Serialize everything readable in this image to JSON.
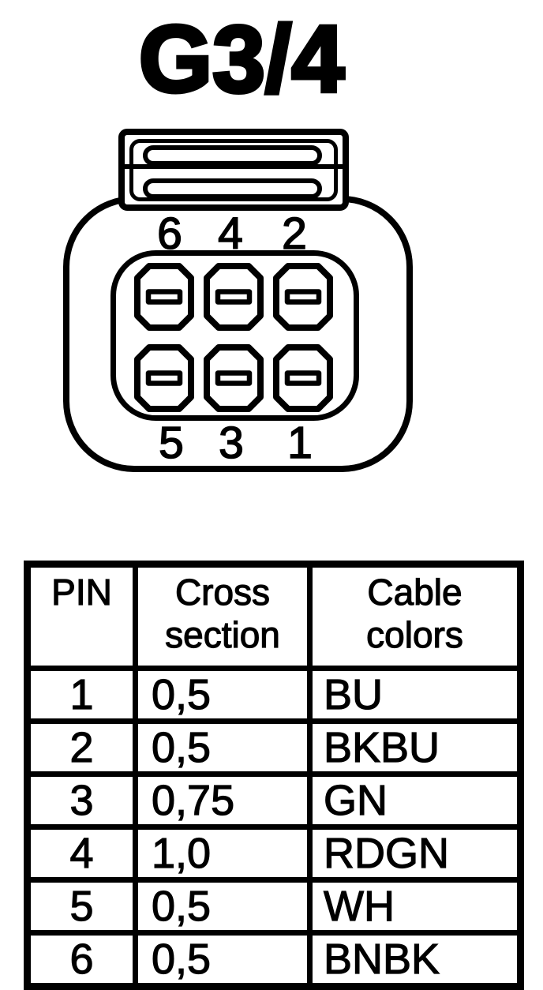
{
  "title": "G3/4",
  "colors": {
    "ink": "#000000",
    "paper": "#ffffff"
  },
  "connector": {
    "top_row_pin_labels": [
      "6",
      "4",
      "2"
    ],
    "bottom_row_pin_labels": [
      "5",
      "3",
      "1"
    ]
  },
  "table": {
    "headers": [
      {
        "lines": [
          "PIN",
          ""
        ]
      },
      {
        "lines": [
          "Cross",
          "section"
        ]
      },
      {
        "lines": [
          "Cable",
          "colors"
        ]
      }
    ],
    "rows": [
      {
        "pin": "1",
        "cross_section": "0,5",
        "cable_color": "BU"
      },
      {
        "pin": "2",
        "cross_section": "0,5",
        "cable_color": "BKBU"
      },
      {
        "pin": "3",
        "cross_section": "0,75",
        "cable_color": "GN"
      },
      {
        "pin": "4",
        "cross_section": "1,0",
        "cable_color": "RDGN"
      },
      {
        "pin": "5",
        "cross_section": "0,5",
        "cable_color": "WH"
      },
      {
        "pin": "6",
        "cross_section": "0,5",
        "cable_color": "BNBK"
      }
    ]
  }
}
